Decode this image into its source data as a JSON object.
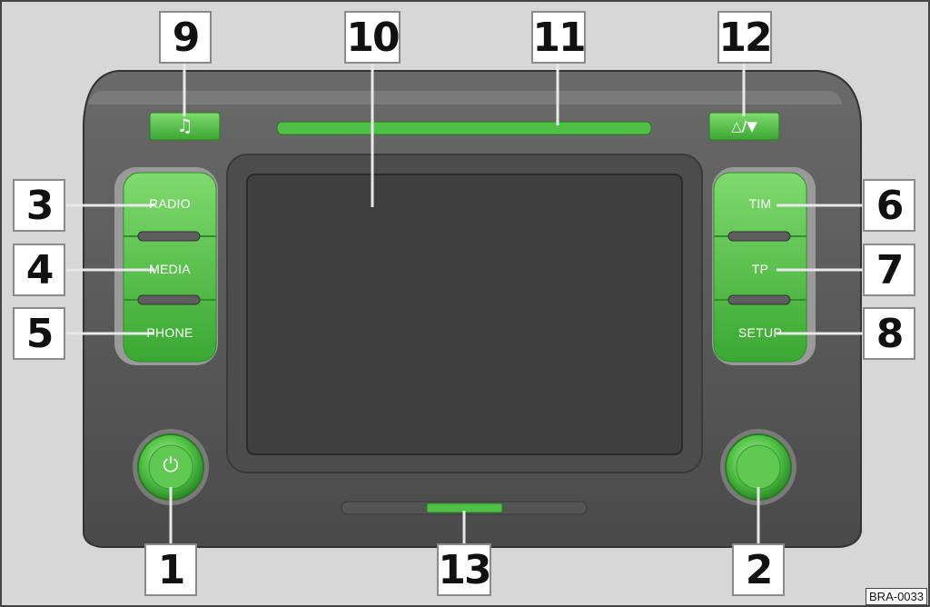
{
  "buttons": {
    "radio": "RADIO",
    "media": "MEDIA",
    "phone": "PHONE",
    "tim": "TIM",
    "tp": "TP",
    "setup": "SETUP",
    "eject_symbol": "△/▼",
    "music_symbol": "♫",
    "power_symbol": "⏻"
  },
  "callouts": {
    "c1": "1",
    "c2": "2",
    "c3": "3",
    "c4": "4",
    "c5": "5",
    "c6": "6",
    "c7": "7",
    "c8": "8",
    "c9": "9",
    "c10": "10",
    "c11": "11",
    "c12": "12",
    "c13": "13"
  },
  "reference_code": "BRA-0033",
  "colors": {
    "background": "#d7d7d7",
    "panel": "#5b5b5b",
    "screen": "#3f3f3f",
    "button_green": "#4fbf45",
    "highlight_green": "#8fe07f",
    "callout_border": "#8a8a8a"
  }
}
